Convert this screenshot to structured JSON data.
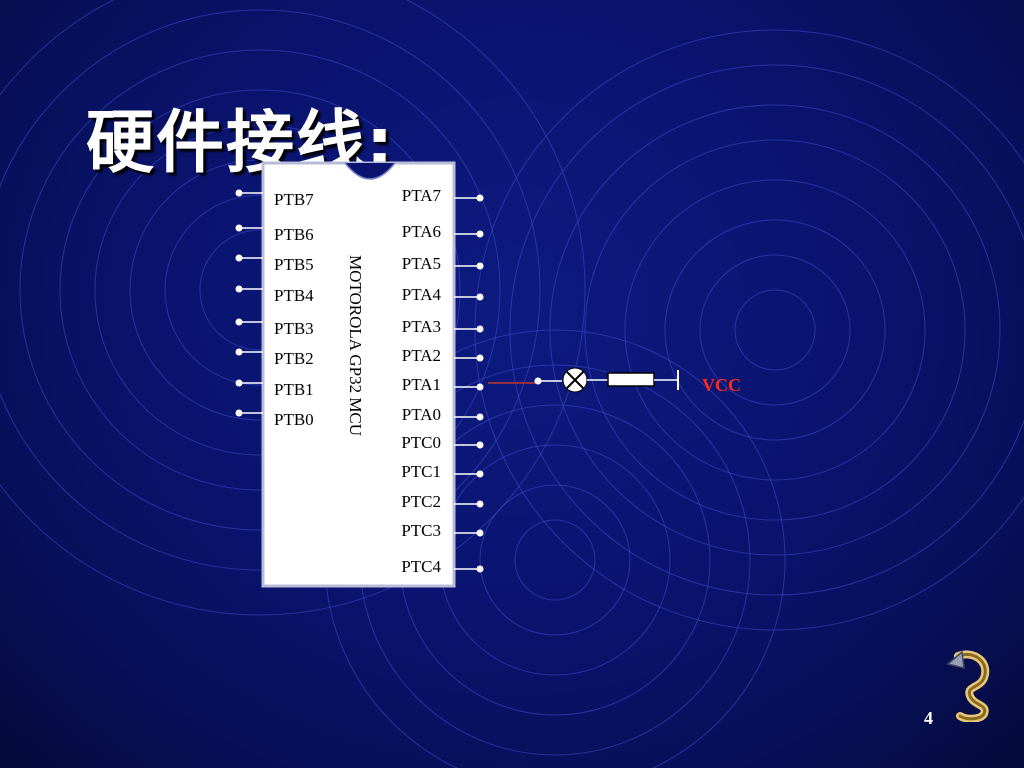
{
  "slide": {
    "title": "硬件接线:",
    "page_number": "4"
  },
  "colors": {
    "background": "#0a1470",
    "chip_fill": "#ffffff",
    "wire": "#ffffff",
    "vcc_wire": "#c0392b",
    "vcc_label": "#ff2a1a"
  },
  "chip": {
    "name": "MOTOROLA GP32 MCU",
    "left_pins": [
      "PTB7",
      "PTB6",
      "PTB5",
      "PTB4",
      "PTB3",
      "PTB2",
      "PTB1",
      "PTB0"
    ],
    "right_pins": [
      "PTA7",
      "PTA6",
      "PTA5",
      "PTA4",
      "PTA3",
      "PTA2",
      "PTA1",
      "PTA0",
      "PTC0",
      "PTC1",
      "PTC2",
      "PTC3",
      "PTC4"
    ]
  },
  "circuit": {
    "connected_pin": "PTA1",
    "components": [
      "lamp-icon",
      "resistor-icon"
    ],
    "supply_label": "VCC"
  },
  "nav": {
    "icon": "return-arrow-icon"
  }
}
